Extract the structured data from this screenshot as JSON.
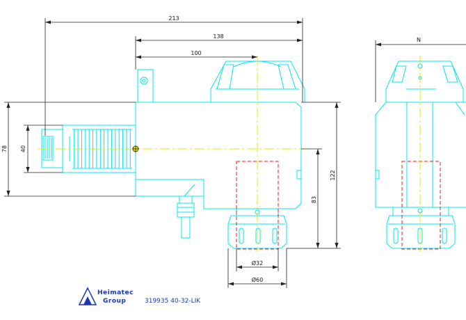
{
  "dimensions": {
    "overall_length": "213",
    "body_length": "138",
    "spindle_offset": "100",
    "height_total": "78",
    "collet_height": "40",
    "height_122": "122",
    "height_83": "83",
    "bore_dia": "Ø32",
    "nut_dia": "Ø60",
    "side_width": "N"
  },
  "caption": {
    "part_number": "319935 40-32-LIK",
    "logo_text_line1": "Heimatec",
    "logo_text_line2": "Group"
  },
  "colors": {
    "outline": "#00e5f0",
    "dimension": "#222222",
    "centerline": "#e8e800",
    "hidden": "#e81818",
    "logo": "#1a35b8"
  }
}
